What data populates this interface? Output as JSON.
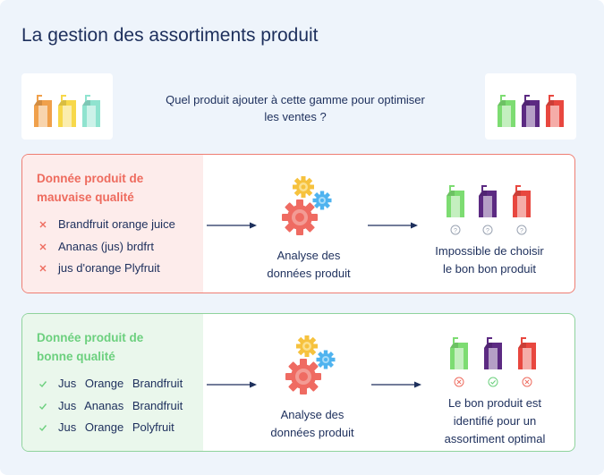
{
  "title": "La gestion des assortiments produit",
  "question": {
    "line1": "Quel produit ajouter à cette gamme pour optimiser",
    "line2": "les ventes ?"
  },
  "colors": {
    "orange_carton": "#f0a04b",
    "yellow_carton": "#f7d84a",
    "teal_carton": "#8fe3cf",
    "green_carton": "#7ddc72",
    "purple_carton": "#5c2a82",
    "red_carton": "#e8473f",
    "bad_accent": "#ee6b5e",
    "good_accent": "#6cd07e",
    "text": "#1d2f5c"
  },
  "bad_panel": {
    "heading_line1": "Donnée produit de",
    "heading_line2": "mauvaise qualité",
    "items": [
      "Brandfruit orange juice",
      "Ananas (jus) brdfrt",
      "jus d'orange Plyfruit"
    ],
    "process_line1": "Analyse des",
    "process_line2": "données produit",
    "result_line1": "Impossible de choisir",
    "result_line2": "le bon bon produit",
    "statuses": [
      "question-icon",
      "question-icon",
      "question-icon"
    ]
  },
  "good_panel": {
    "heading_line1": "Donnée produit de",
    "heading_line2": "bonne qualité",
    "items": [
      "Jus Orange Brandfruit",
      "Jus Ananas Brandfruit",
      "Jus Orange Polyfruit"
    ],
    "process_line1": "Analyse des",
    "process_line2": "données produit",
    "result_line1": "Le bon produit est",
    "result_line2": "identifié pour un",
    "result_line3": "assortiment optimal",
    "statuses": [
      "cross-icon",
      "check-icon",
      "cross-icon"
    ]
  }
}
